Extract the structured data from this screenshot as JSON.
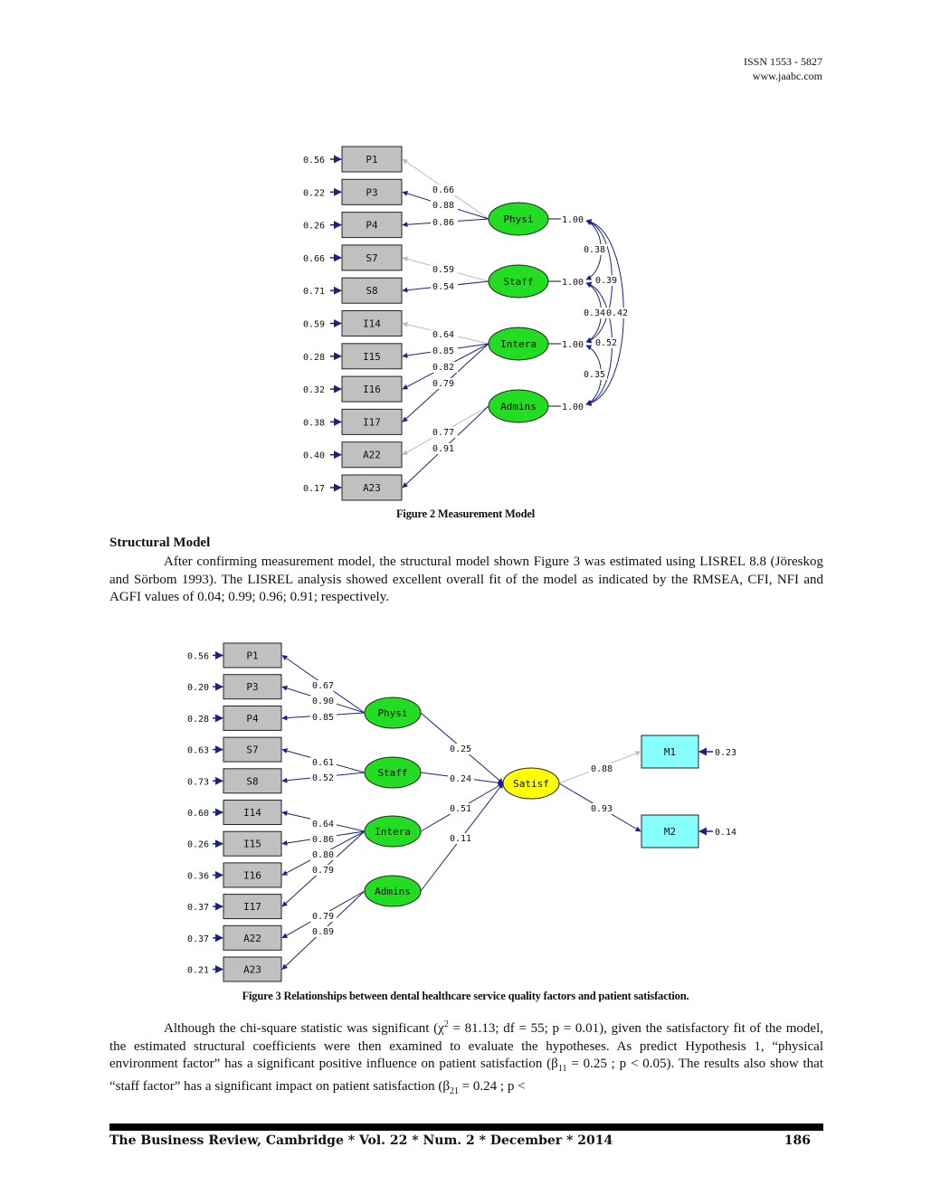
{
  "header": {
    "issn": "ISSN 1553 - 5827",
    "site": "www.jaabc.com"
  },
  "colors": {
    "latent": "#22dd22",
    "indicator": "#c0c0c0",
    "satisfaction": "#ffff00",
    "outcome": "#88ffff",
    "path": "#1a237e",
    "fixed": "#bbbbbb"
  },
  "fig2": {
    "caption": "Figure 2 Measurement Model",
    "indicators": [
      {
        "label": "P1",
        "error": "0.56"
      },
      {
        "label": "P3",
        "error": "0.22"
      },
      {
        "label": "P4",
        "error": "0.26"
      },
      {
        "label": "S7",
        "error": "0.66"
      },
      {
        "label": "S8",
        "error": "0.71"
      },
      {
        "label": "I14",
        "error": "0.59"
      },
      {
        "label": "I15",
        "error": "0.28"
      },
      {
        "label": "I16",
        "error": "0.32"
      },
      {
        "label": "I17",
        "error": "0.38"
      },
      {
        "label": "A22",
        "error": "0.40"
      },
      {
        "label": "A23",
        "error": "0.17"
      }
    ],
    "factors": [
      {
        "label": "Physi",
        "variance": "1.00"
      },
      {
        "label": "Staff",
        "variance": "1.00"
      },
      {
        "label": "Intera",
        "variance": "1.00"
      },
      {
        "label": "Admins",
        "variance": "1.00"
      }
    ],
    "loadings": [
      "0.66",
      "0.88",
      "0.86",
      "0.59",
      "0.54",
      "0.64",
      "0.85",
      "0.82",
      "0.79",
      "0.77",
      "0.91"
    ],
    "correlations": [
      "0.38",
      "0.39",
      "0.34",
      "0.42",
      "0.52",
      "0.35"
    ]
  },
  "section": {
    "title": "Structural Model",
    "para1": "After confirming measurement model, the structural model shown Figure 3 was estimated using LISREL 8.8 (Jöreskog and Sörbom 1993). The LISREL analysis showed excellent overall fit of the model as indicated by the RMSEA, CFI, NFI and AGFI values of  0.04; 0.99; 0.96; 0.91; respectively."
  },
  "fig3": {
    "caption": "Figure 3 Relationships between dental healthcare service quality factors and patient satisfaction.",
    "indicators": [
      {
        "label": "P1",
        "error": "0.56"
      },
      {
        "label": "P3",
        "error": "0.20"
      },
      {
        "label": "P4",
        "error": "0.28"
      },
      {
        "label": "S7",
        "error": "0.63"
      },
      {
        "label": "S8",
        "error": "0.73"
      },
      {
        "label": "I14",
        "error": "0.60"
      },
      {
        "label": "I15",
        "error": "0.26"
      },
      {
        "label": "I16",
        "error": "0.36"
      },
      {
        "label": "I17",
        "error": "0.37"
      },
      {
        "label": "A22",
        "error": "0.37"
      },
      {
        "label": "A23",
        "error": "0.21"
      }
    ],
    "factors": [
      "Physi",
      "Staff",
      "Intera",
      "Admins"
    ],
    "loadings": [
      "0.67",
      "0.90",
      "0.85",
      "0.61",
      "0.52",
      "0.64",
      "0.86",
      "0.80",
      "0.79",
      "0.79",
      "0.89"
    ],
    "paths": [
      "0.25",
      "0.24",
      "0.51",
      "0.11"
    ],
    "satisfaction": "Satisf",
    "outcomes": [
      {
        "label": "M1",
        "loading": "0.88",
        "error": "0.23"
      },
      {
        "label": "M2",
        "loading": "0.93",
        "error": "0.14"
      }
    ]
  },
  "para2": {
    "a": "Although the chi-square statistic was significant (χ",
    "sup": "2",
    "b": " = 81.13; df = 55; p = 0.01), given the satisfactory fit of the model, the estimated structural coefficients were then examined to evaluate the hypotheses. As predict Hypothesis 1, “physical environment factor” has a significant positive influence on patient satisfaction (β",
    "sub1": "11",
    "c": " = 0.25 ; p < 0.05). The results also show that “staff factor” has a significant impact on patient satisfaction (β",
    "sub2": "21",
    "d": " = 0.24 ; p <"
  },
  "footer": {
    "journal": "The Business Review, Cambridge * Vol. 22 * Num. 2 * December * 2014",
    "page": "186"
  }
}
